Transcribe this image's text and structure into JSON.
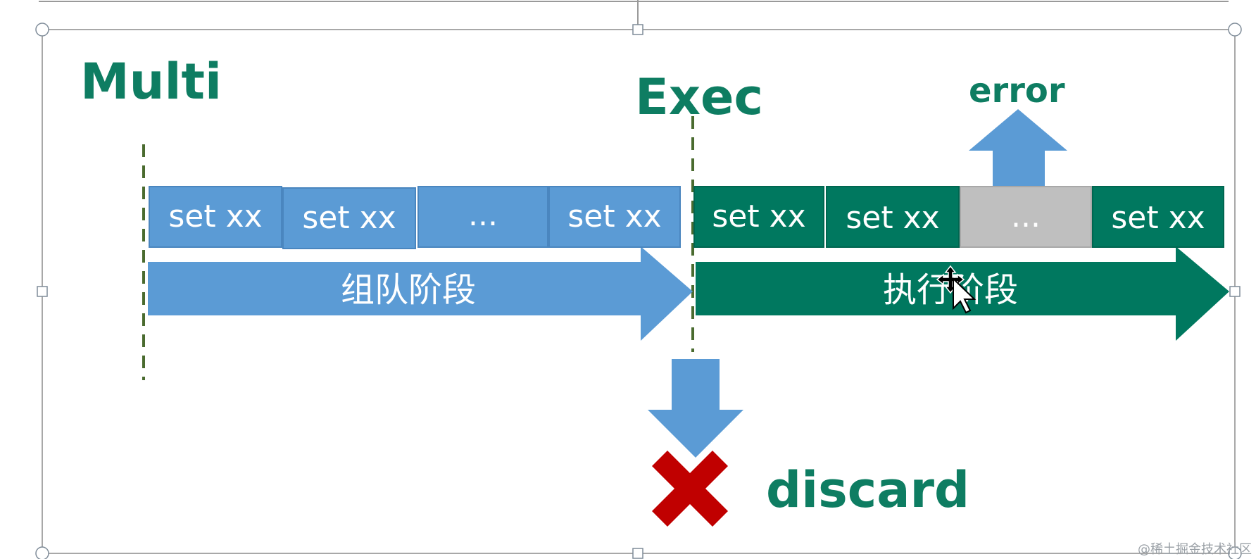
{
  "labels": {
    "multi": "Multi",
    "exec": "Exec",
    "error": "error",
    "discard": "discard"
  },
  "queue_boxes": [
    "set xx",
    "set xx",
    "...",
    "set xx"
  ],
  "exec_boxes": [
    "set xx",
    "set xx",
    "...",
    "set xx"
  ],
  "phases": {
    "queue": "组队阶段",
    "exec": "执行阶段"
  },
  "watermark": "@稀土掘金技术社区",
  "colors": {
    "blue": "#5b9bd5",
    "green": "#00785f",
    "gray": "#bfbfbf",
    "red": "#c00000",
    "label_green": "#0e7d62",
    "dash": "#4a6b2f"
  },
  "icons": {
    "error_arrow": "arrow-up-icon",
    "discard_arrow": "arrow-down-icon",
    "discard_mark": "x-mark-icon",
    "cursor": "move-cursor-icon"
  }
}
